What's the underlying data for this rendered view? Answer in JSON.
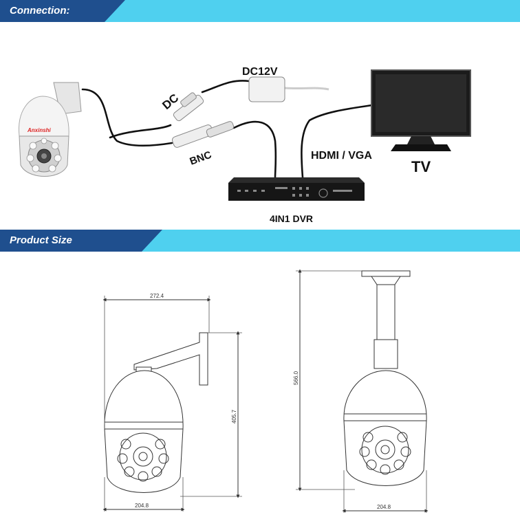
{
  "sections": {
    "connection": "Connection:",
    "product_size": "Product Size"
  },
  "connection_labels": {
    "dc": "DC",
    "dc12v": "DC12V",
    "bnc": "BNC",
    "hdmi_vga": "HDMI / VGA",
    "tv": "TV",
    "dvr": "4IN1 DVR",
    "brand": "Anxinshi"
  },
  "dimensions": {
    "wall_width": "272.4",
    "wall_height": "405.7",
    "wall_dome_width": "204.8",
    "pendant_height": "566.0",
    "pendant_dome_width": "204.8"
  },
  "colors": {
    "tab": "#1f4f8e",
    "banner": "#4fd0ef"
  }
}
